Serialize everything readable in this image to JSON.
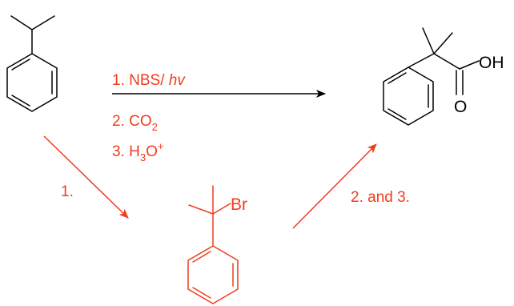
{
  "colors": {
    "structure": "#000000",
    "annotation": "#f03c1e"
  },
  "reagents": {
    "step1": {
      "prefix": "1. NBS/ ",
      "italic": "hv"
    },
    "step2": {
      "prefix": "2. CO",
      "sub": "2"
    },
    "step3": {
      "prefix": "3. H",
      "sub": "3",
      "middle": "O",
      "sup": "+"
    }
  },
  "lower_path": {
    "step_left": "1.",
    "step_right": "2. and 3."
  },
  "atoms": {
    "product_oh": "OH",
    "product_o": "O",
    "intermediate_br": "Br"
  }
}
